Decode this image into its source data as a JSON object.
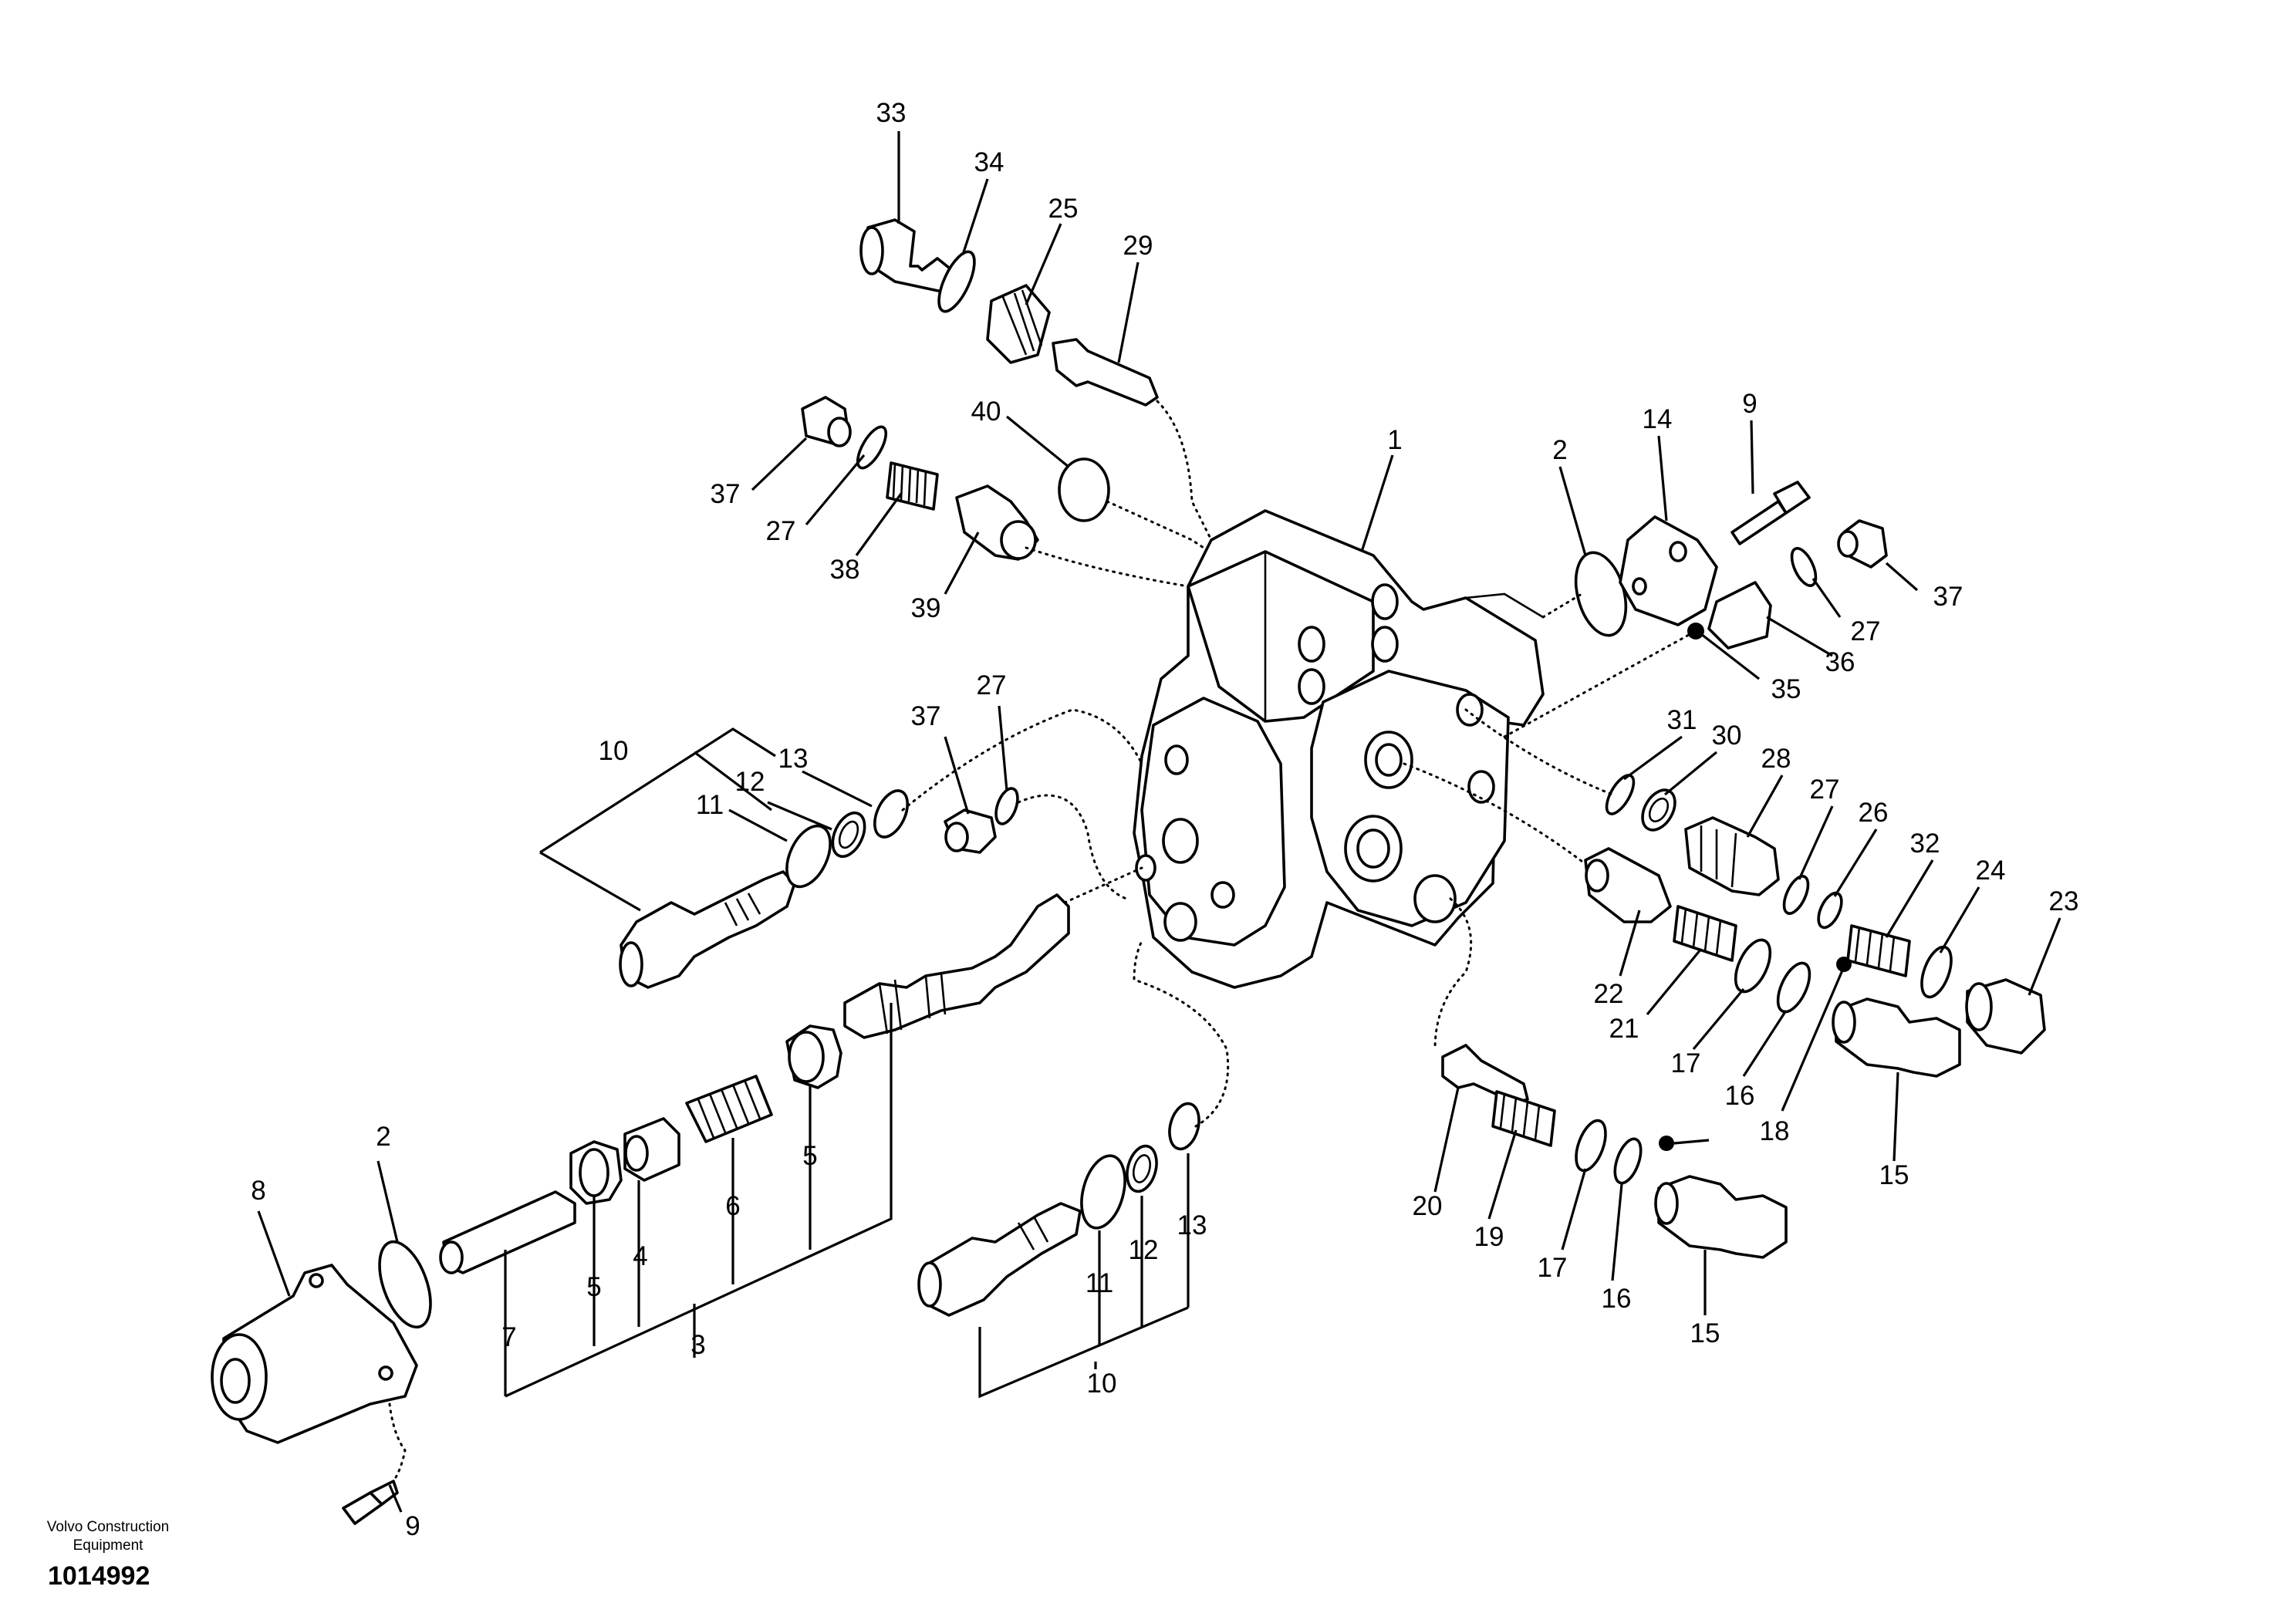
{
  "footer": {
    "brand_line1": "Volvo Construction",
    "brand_line2": "Equipment",
    "document_number": "1014992"
  },
  "callouts": [
    "33",
    "34",
    "25",
    "29",
    "40",
    "1",
    "37",
    "27",
    "38",
    "39",
    "2",
    "14",
    "9",
    "37",
    "27",
    "36",
    "35",
    "10",
    "13",
    "12",
    "11",
    "37",
    "27",
    "31",
    "30",
    "28",
    "27",
    "26",
    "32",
    "24",
    "23",
    "22",
    "21",
    "17",
    "16",
    "18",
    "15",
    "2",
    "8",
    "5",
    "6",
    "5",
    "4",
    "7",
    "3",
    "9",
    "20",
    "19",
    "17",
    "16",
    "15",
    "11",
    "12",
    "13",
    "10"
  ]
}
